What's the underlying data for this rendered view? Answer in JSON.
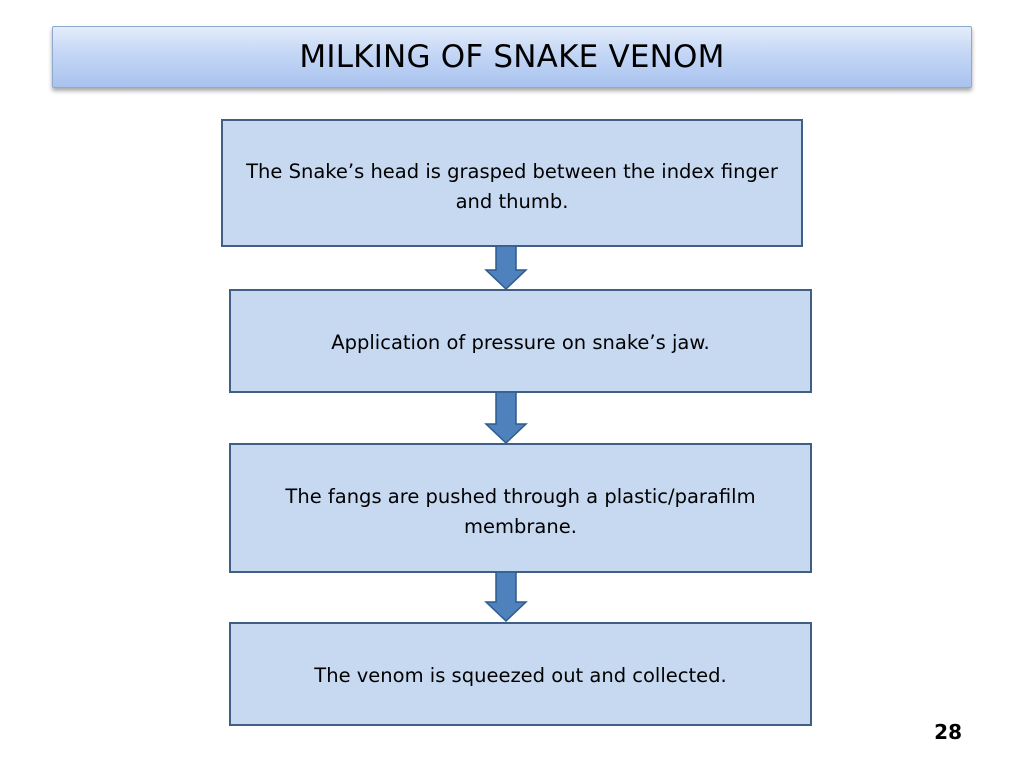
{
  "title": "MILKING OF SNAKE VENOM",
  "steps": [
    {
      "text": "The Snake’s head is grasped between the index finger and thumb."
    },
    {
      "text": "Application of pressure on snake’s jaw."
    },
    {
      "text": "The fangs are pushed through a plastic/parafilm membrane."
    },
    {
      "text": "The venom is squeezed out and collected."
    }
  ],
  "page_number": "28",
  "colors": {
    "box_fill": "#c6d9f1",
    "box_border": "#3f5f86",
    "arrow_fill": "#4f81bd",
    "arrow_stroke": "#2f5b8c",
    "title_gradient_top": "#e4ecfa",
    "title_gradient_bottom": "#a9c3ef"
  }
}
